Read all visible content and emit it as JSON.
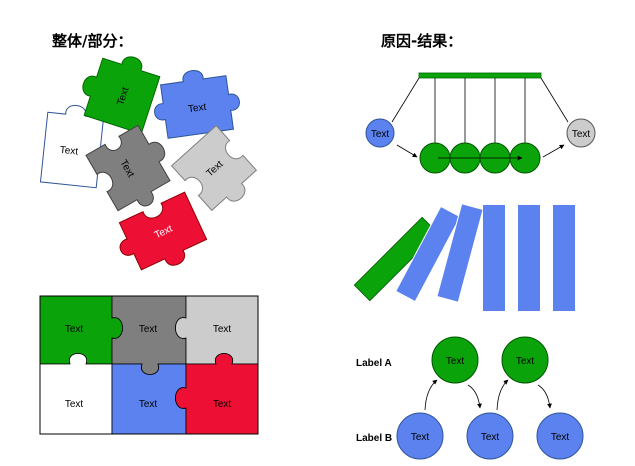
{
  "titles": {
    "left": "整体/部分：",
    "right": "原因-结果："
  },
  "item_text": "Text",
  "labels": {
    "a": "Label A",
    "b": "Label B"
  },
  "colors": {
    "green": "#0aa40a",
    "blue": "#5b82ee",
    "gray": "#7f7f7f",
    "light_gray": "#cccccc",
    "red": "#ee0f35",
    "white": "#ffffff"
  }
}
